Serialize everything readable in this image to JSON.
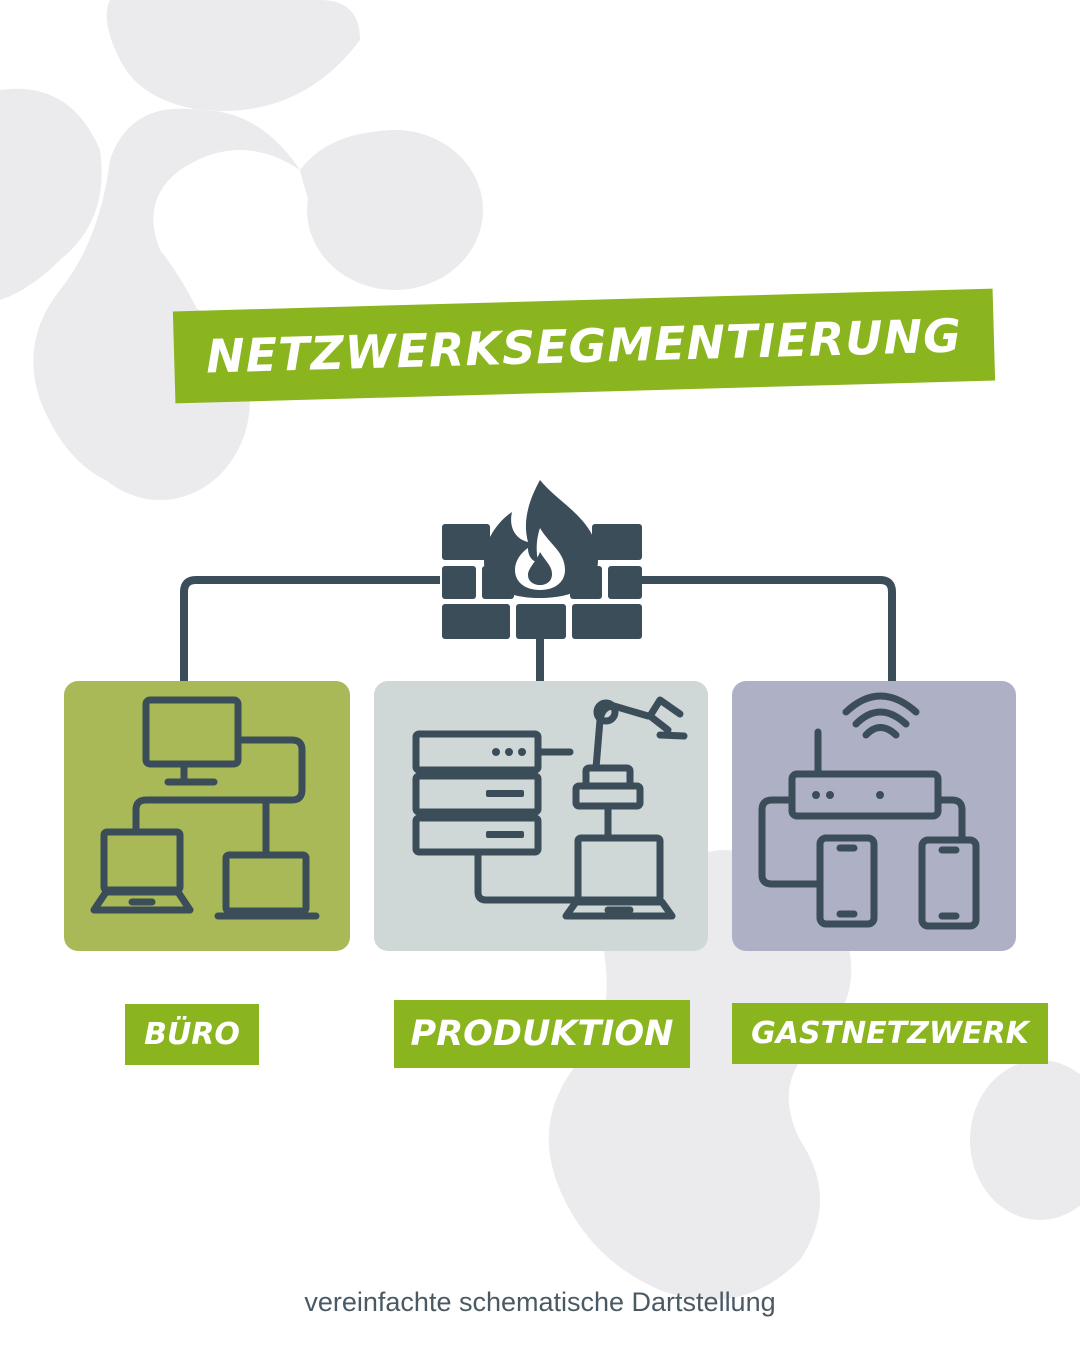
{
  "title": "NETZWERKSEGMENTIERUNG",
  "colors": {
    "accent": "#8ab51e",
    "icon": "#3b4d58",
    "buero_panel": "#aab958",
    "produktion_panel": "#cfd7d7",
    "gastnetzwerk_panel": "#aeb0c6",
    "blob": "#ebebed"
  },
  "firewall": {
    "icon": "firewall-flame-icon"
  },
  "segments": [
    {
      "label": "BÜRO",
      "icons": [
        "monitor-icon",
        "laptop-icon",
        "laptop-icon"
      ]
    },
    {
      "label": "PRODUKTION",
      "icons": [
        "server-icon",
        "robot-arm-icon",
        "laptop-icon"
      ]
    },
    {
      "label": "GASTNETZWERK",
      "icons": [
        "router-icon",
        "wifi-icon",
        "smartphone-icon",
        "smartphone-icon"
      ]
    }
  ],
  "caption": "vereinfachte schematische Dartstellung"
}
